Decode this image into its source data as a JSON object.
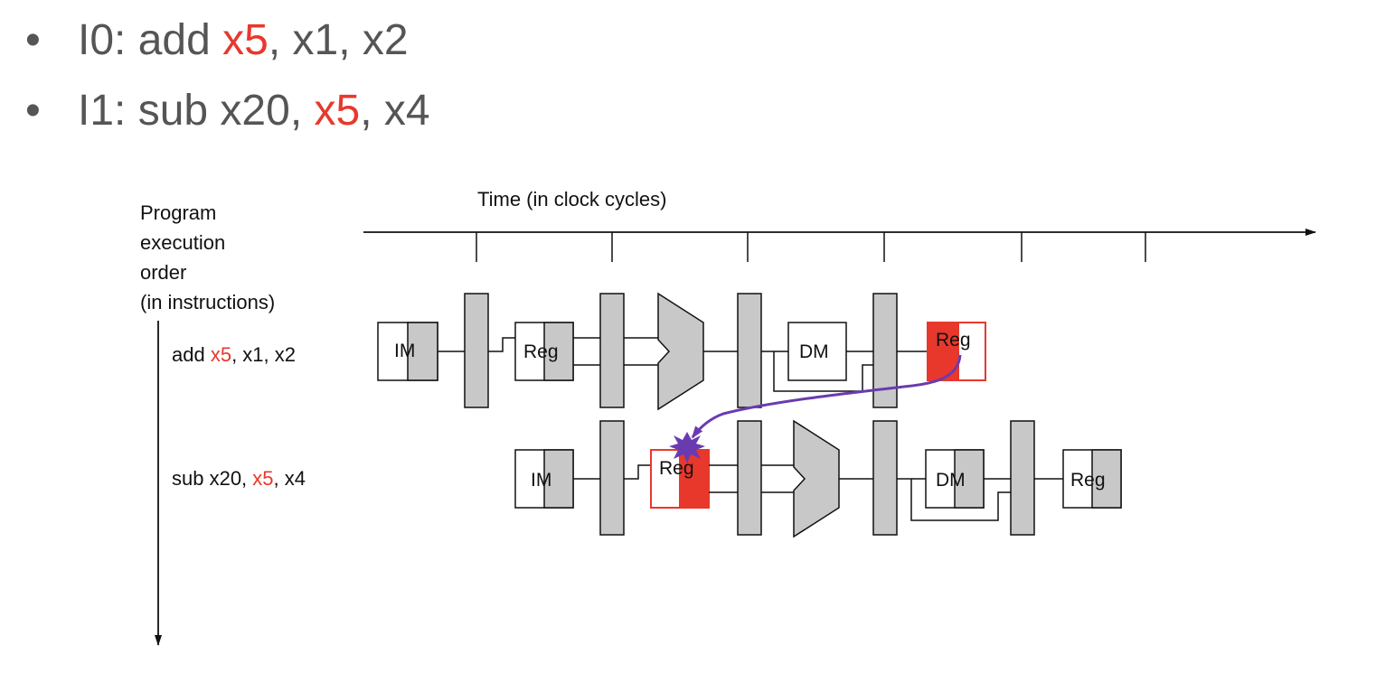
{
  "bullets": [
    {
      "bullet": "•",
      "prefix": "I0: add ",
      "hazard": "x5",
      "suffix": ", x1, x2"
    },
    {
      "bullet": "•",
      "prefix": "I1: sub x20, ",
      "hazard": "x5",
      "suffix": ", x4"
    }
  ],
  "diagram": {
    "time_label": "Time (in clock cycles)",
    "order_label": [
      "Program",
      "execution",
      "order",
      "(in instructions)"
    ],
    "rows": [
      {
        "prefix": "add ",
        "hazard": "x5",
        "suffix": ", x1, x2"
      },
      {
        "prefix": "sub x20, ",
        "hazard": "x5",
        "suffix": ", x4"
      }
    ],
    "stages": {
      "im": "IM",
      "reg": "Reg",
      "dm": "DM"
    },
    "colors": {
      "hazard": "#e8382c",
      "stage_gray": "#c8c8c8",
      "arrow": "#6a3bb0",
      "text_gray": "#555555"
    }
  }
}
